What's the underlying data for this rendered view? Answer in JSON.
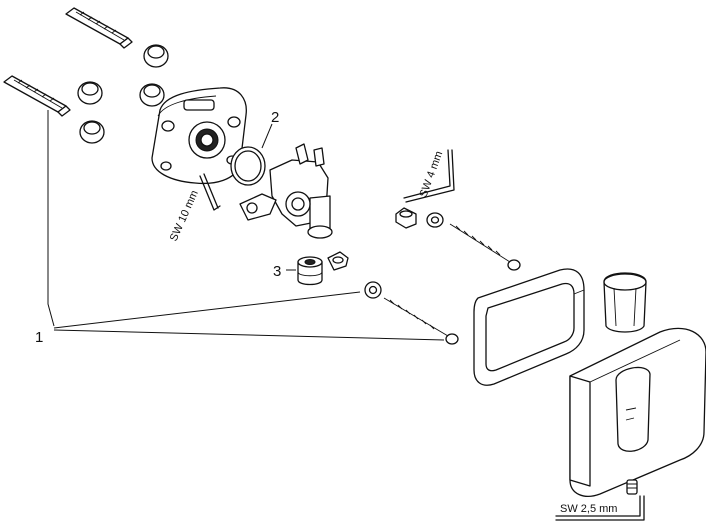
{
  "callouts": {
    "one": "1",
    "two": "2",
    "three": "3"
  },
  "tool_labels": {
    "sw10": "SW 10 mm",
    "sw4": "SW 4 mm",
    "sw25": "SW 2,5 mm"
  }
}
